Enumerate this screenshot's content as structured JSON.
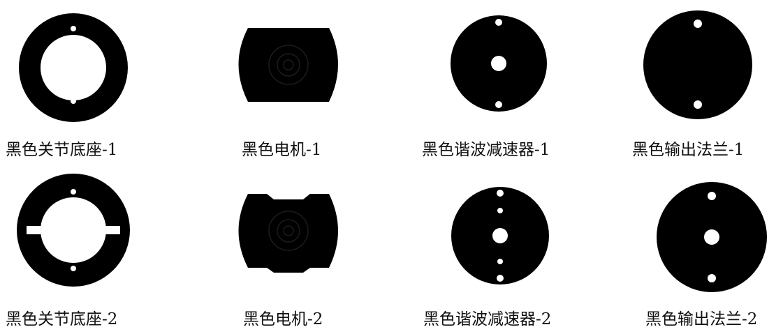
{
  "colors": {
    "part": "#000000",
    "hole": "#ffffff",
    "background": "#ffffff",
    "text": "#111111"
  },
  "rows": [
    {
      "parts": [
        {
          "label": "黑色关节底座-1",
          "shape": "ring-with-two-pinholes"
        },
        {
          "label": "黑色电机-1",
          "shape": "motor-silhouette-with-embossed-rings"
        },
        {
          "label": "黑色谐波减速器-1",
          "shape": "disc-with-center-hole-and-two-pinholes"
        },
        {
          "label": "黑色输出法兰-1",
          "shape": "disc-with-two-holes"
        }
      ]
    },
    {
      "parts": [
        {
          "label": "黑色关节底座-2",
          "shape": "ring-with-side-slots-and-two-pinholes"
        },
        {
          "label": "黑色电机-2",
          "shape": "notched-motor-silhouette-with-embossed-rings"
        },
        {
          "label": "黑色谐波减速器-2",
          "shape": "disc-with-center-hole-and-four-pinholes"
        },
        {
          "label": "黑色输出法兰-2",
          "shape": "disc-with-center-hole-and-two-holes"
        }
      ]
    }
  ]
}
